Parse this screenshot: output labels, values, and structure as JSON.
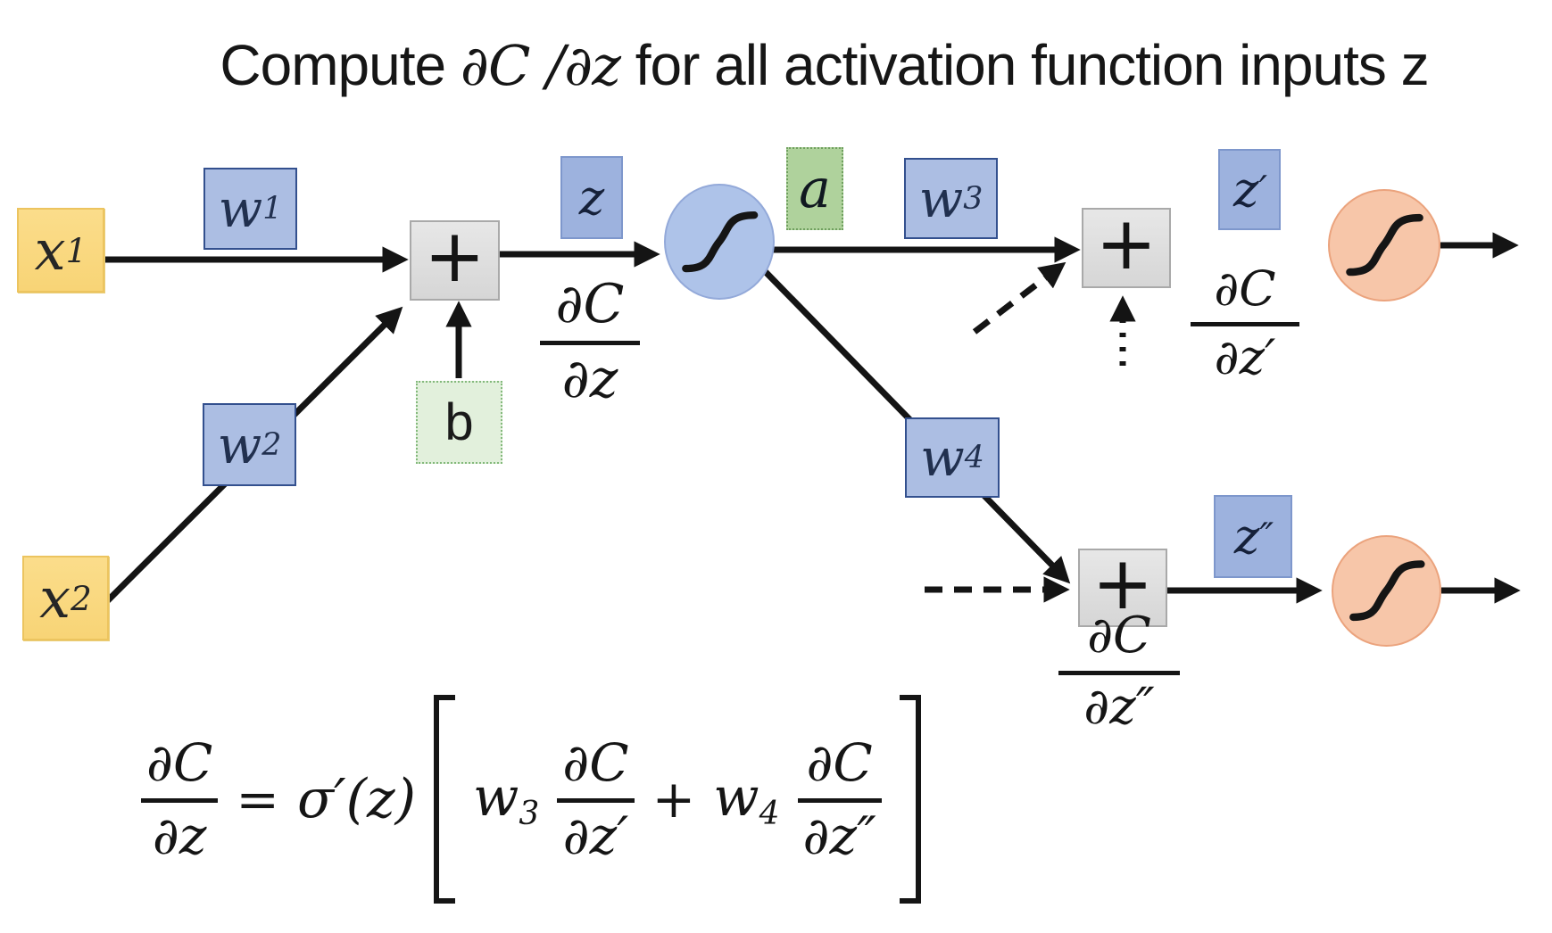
{
  "title": {
    "pre": "Compute ",
    "math": "∂C /∂z",
    "post": " for all activation function inputs z"
  },
  "nodes": {
    "x1": {
      "base": "x",
      "sub": "1"
    },
    "x2": {
      "base": "x",
      "sub": "2"
    },
    "w1": {
      "base": "w",
      "sub": "1"
    },
    "w2": {
      "base": "w",
      "sub": "2"
    },
    "w3": {
      "base": "w",
      "sub": "3"
    },
    "w4": {
      "base": "w",
      "sub": "4"
    },
    "b": {
      "label": "b"
    },
    "a": {
      "label": "a"
    },
    "z": {
      "label": "z"
    },
    "z_prime": {
      "base": "z",
      "sup": "′"
    },
    "z_dprime": {
      "base": "z",
      "sup": "″"
    },
    "sum1": {
      "label": "+"
    },
    "sum2": {
      "label": "+"
    },
    "sum3": {
      "label": "+"
    }
  },
  "fractions": {
    "dCdz": {
      "num": "∂C",
      "den": "∂z"
    },
    "dCdz_prime": {
      "num": "∂C",
      "den": "∂z′"
    },
    "dCdz_dprime": {
      "num": "∂C",
      "den": "∂z″"
    }
  },
  "formula": {
    "lhs": {
      "num": "∂C",
      "den": "∂z"
    },
    "equals": "=",
    "sigma": "σ′(z)",
    "bracket_open": "[",
    "w3": {
      "base": "w",
      "sub": "3"
    },
    "frac1": {
      "num": "∂C",
      "den": "∂z′"
    },
    "plus": "+",
    "w4": {
      "base": "w",
      "sub": "4"
    },
    "frac2": {
      "num": "∂C",
      "den": "∂z″"
    },
    "bracket_close": "]"
  },
  "colors": {
    "input_box_fill": "#FBDD8B",
    "input_box_border": "#ECC45F",
    "weight_box_fill": "#ACBEE3",
    "weight_box_border": "#33508E",
    "z_box_fill": "#9DB2DE",
    "z_box_border": "#7E97CC",
    "a_box_fill": "#AFD29C",
    "a_box_border": "#6FA05E",
    "b_box_fill": "#E2F0DC",
    "b_box_border": "#83B97B",
    "sum_box_fill": "#D6D6D6",
    "sum_box_border": "#A9A9A9",
    "sigmoid1_fill": "#AEC3E9",
    "sigmoid1_border": "#93A9D9",
    "sigmoid_out_fill": "#F7C6A9",
    "sigmoid_out_border": "#EBA37D",
    "line_color": "#141414"
  }
}
